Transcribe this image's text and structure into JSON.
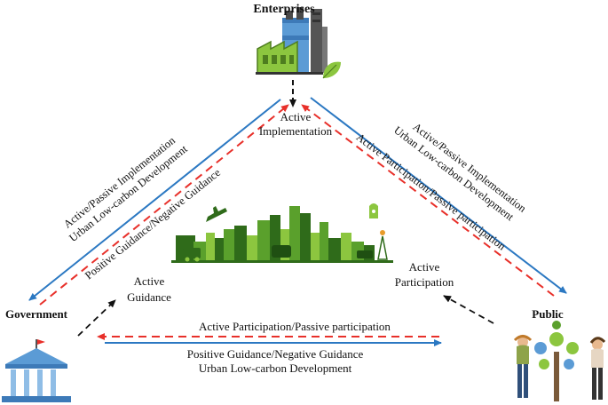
{
  "nodes": {
    "enterprises": "Enterprises",
    "government": "Government",
    "public": "Public"
  },
  "center": {
    "active_implementation_1": "Active",
    "active_implementation_2": "Implementation",
    "active_guidance_1": "Active",
    "active_guidance_2": "Guidance",
    "active_participation_1": "Active",
    "active_participation_2": "Participation"
  },
  "left_edge": {
    "line1": "Active/Passive Implementation",
    "line2": "Urban Low-carbon Development",
    "line3": "Positive Guidance/Negative Guidance"
  },
  "right_edge": {
    "line1": "Active/Passive Implementation",
    "line2": "Urban Low-carbon Development",
    "line3": "Active Participation/Passive participation"
  },
  "bottom_edge": {
    "line1": "Active Participation/Passive participation",
    "line2": "Positive Guidance/Negative Guidance",
    "line3": "Urban Low-carbon Development"
  },
  "colors": {
    "blue_arrow": "#2b78c2",
    "red_dashed": "#e8302a",
    "black_dashed": "#111111",
    "green_dark": "#2f6b1a",
    "green_mid": "#5aa02c",
    "green_light": "#8cc63f",
    "building_blue": "#5b9bd5"
  }
}
